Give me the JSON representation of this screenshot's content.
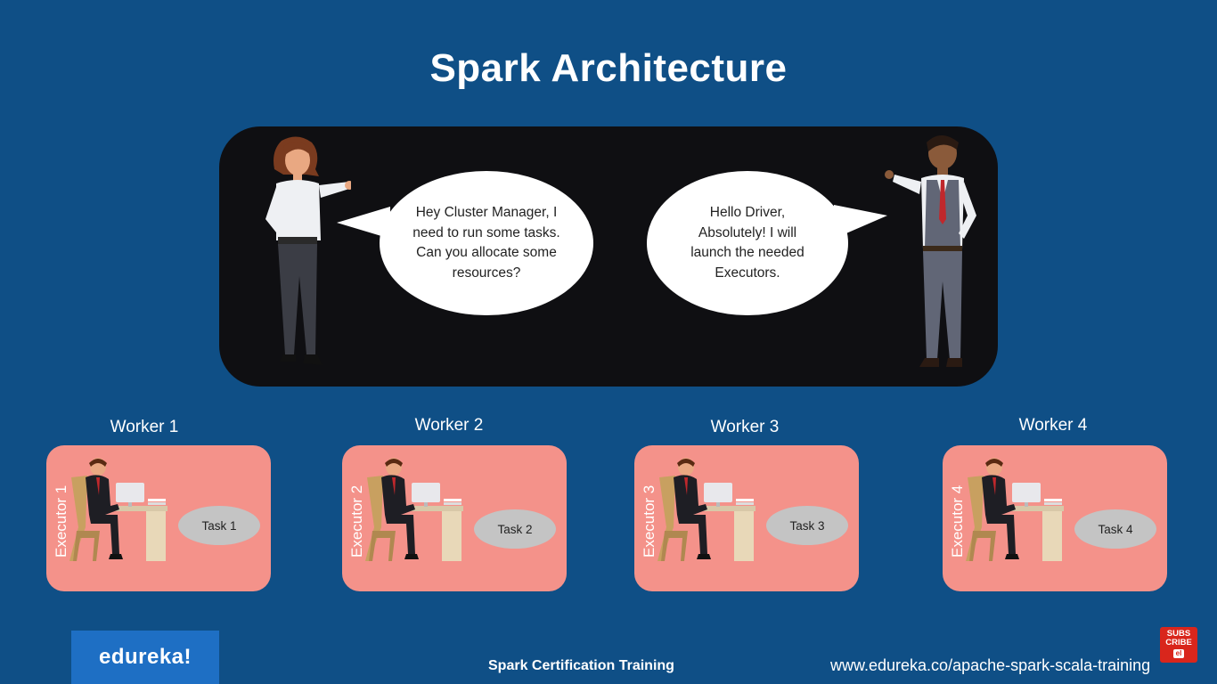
{
  "slide": {
    "title": "Spark Architecture"
  },
  "dialog": {
    "driver_speech": "Hey Cluster Manager, I need to run some tasks. Can you allocate some resources?",
    "manager_speech": "Hello Driver, Absolutely! I will launch the needed Executors."
  },
  "workers": [
    {
      "label": "Worker 1",
      "executor": "Executor 1",
      "task": "Task 1"
    },
    {
      "label": "Worker 2",
      "executor": "Executor 2",
      "task": "Task 2"
    },
    {
      "label": "Worker 3",
      "executor": "Executor 3",
      "task": "Task 3"
    },
    {
      "label": "Worker 4",
      "executor": "Executor 4",
      "task": "Task 4"
    }
  ],
  "footer": {
    "logo": "edureka!",
    "course": "Spark Certification Training",
    "url": "www.edureka.co/apache-spark-scala-training",
    "subscribe_top": "SUBS",
    "subscribe_mid": "CRIBE",
    "subscribe_icon": "el"
  },
  "colors": {
    "background": "#0f4f86",
    "dialog": "#0f0f12",
    "worker_card": "#f4928a",
    "task": "#c4c4c4",
    "logo": "#1e6fc4"
  }
}
